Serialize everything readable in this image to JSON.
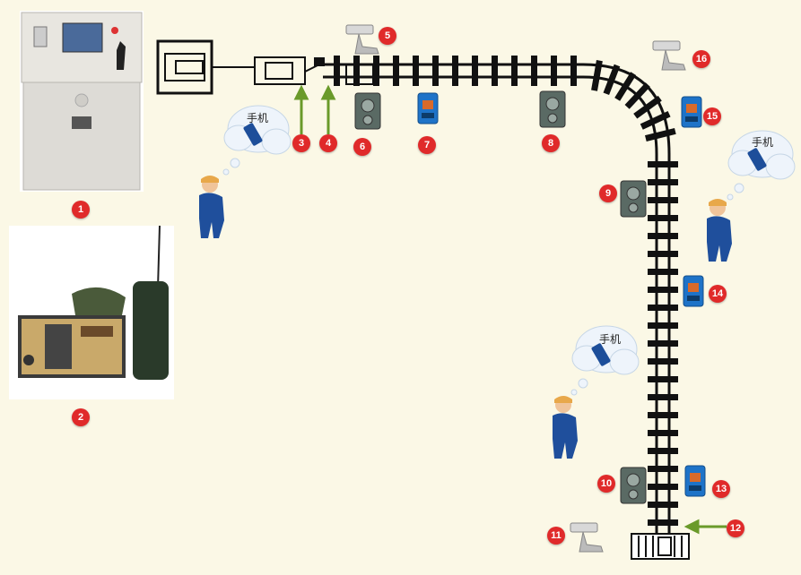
{
  "bubble_label": "手机",
  "markers": [
    "1",
    "2",
    "3",
    "4",
    "5",
    "6",
    "7",
    "8",
    "9",
    "10",
    "11",
    "12",
    "13",
    "14",
    "15",
    "16"
  ],
  "colors": {
    "background": "#fbf8e6",
    "marker": "#e02a2a",
    "track": "#111111",
    "arrow": "#6a9a2a",
    "worker": "#1f4f9c",
    "beacon": "#1e73c8",
    "camera": "#d8d8d8"
  },
  "icons": {
    "control_console": "control-console-icon",
    "radio_station": "radio-station-icon",
    "worker": "worker-phone-icon",
    "phone_bubble": "phone-thought-bubble-icon",
    "speaker_box": "explosion-proof-speaker-icon",
    "beacon": "locator-beacon-icon",
    "camera": "surveillance-camera-icon",
    "locomotive": "locomotive-icon"
  }
}
